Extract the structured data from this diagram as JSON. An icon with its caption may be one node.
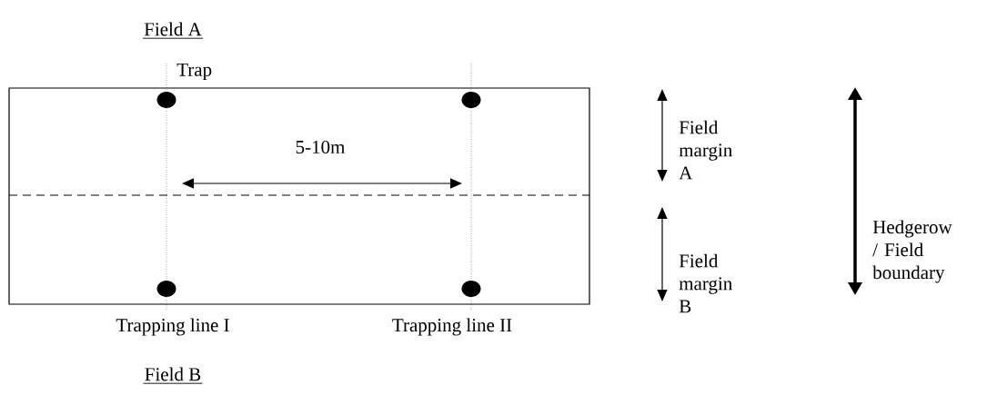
{
  "diagram": {
    "labels": [
      "Field A",
      "Trap",
      "Field margin A",
      "5-10m",
      "Hedgerow / Field boundary",
      "Field margin B",
      "Trapping line I",
      "Trapping line II",
      "Field B"
    ]
  }
}
